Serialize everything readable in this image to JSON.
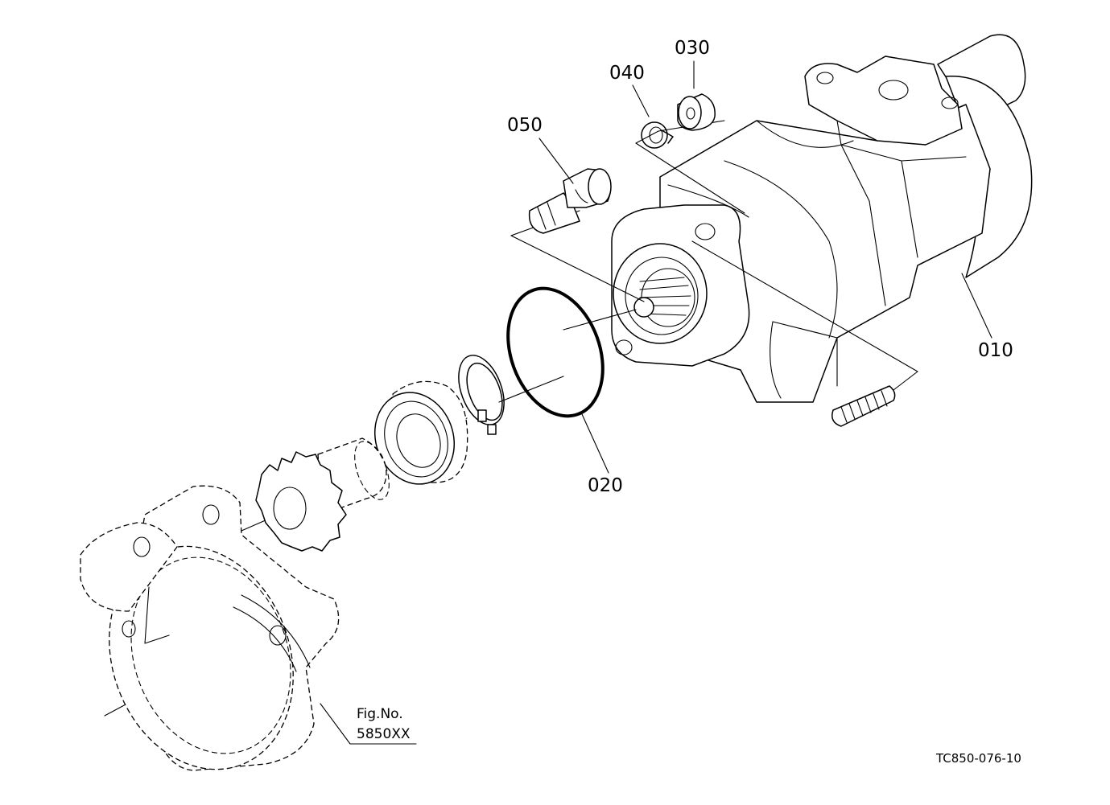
{
  "diagram": {
    "callouts": [
      {
        "id": "010",
        "label": "010"
      },
      {
        "id": "020",
        "label": "020"
      },
      {
        "id": "030",
        "label": "030"
      },
      {
        "id": "040",
        "label": "040"
      },
      {
        "id": "050",
        "label": "050"
      }
    ],
    "fig_reference": {
      "line1": "Fig.No.",
      "line2": "5850XX"
    },
    "drawing_code": "TC850-076-10"
  }
}
